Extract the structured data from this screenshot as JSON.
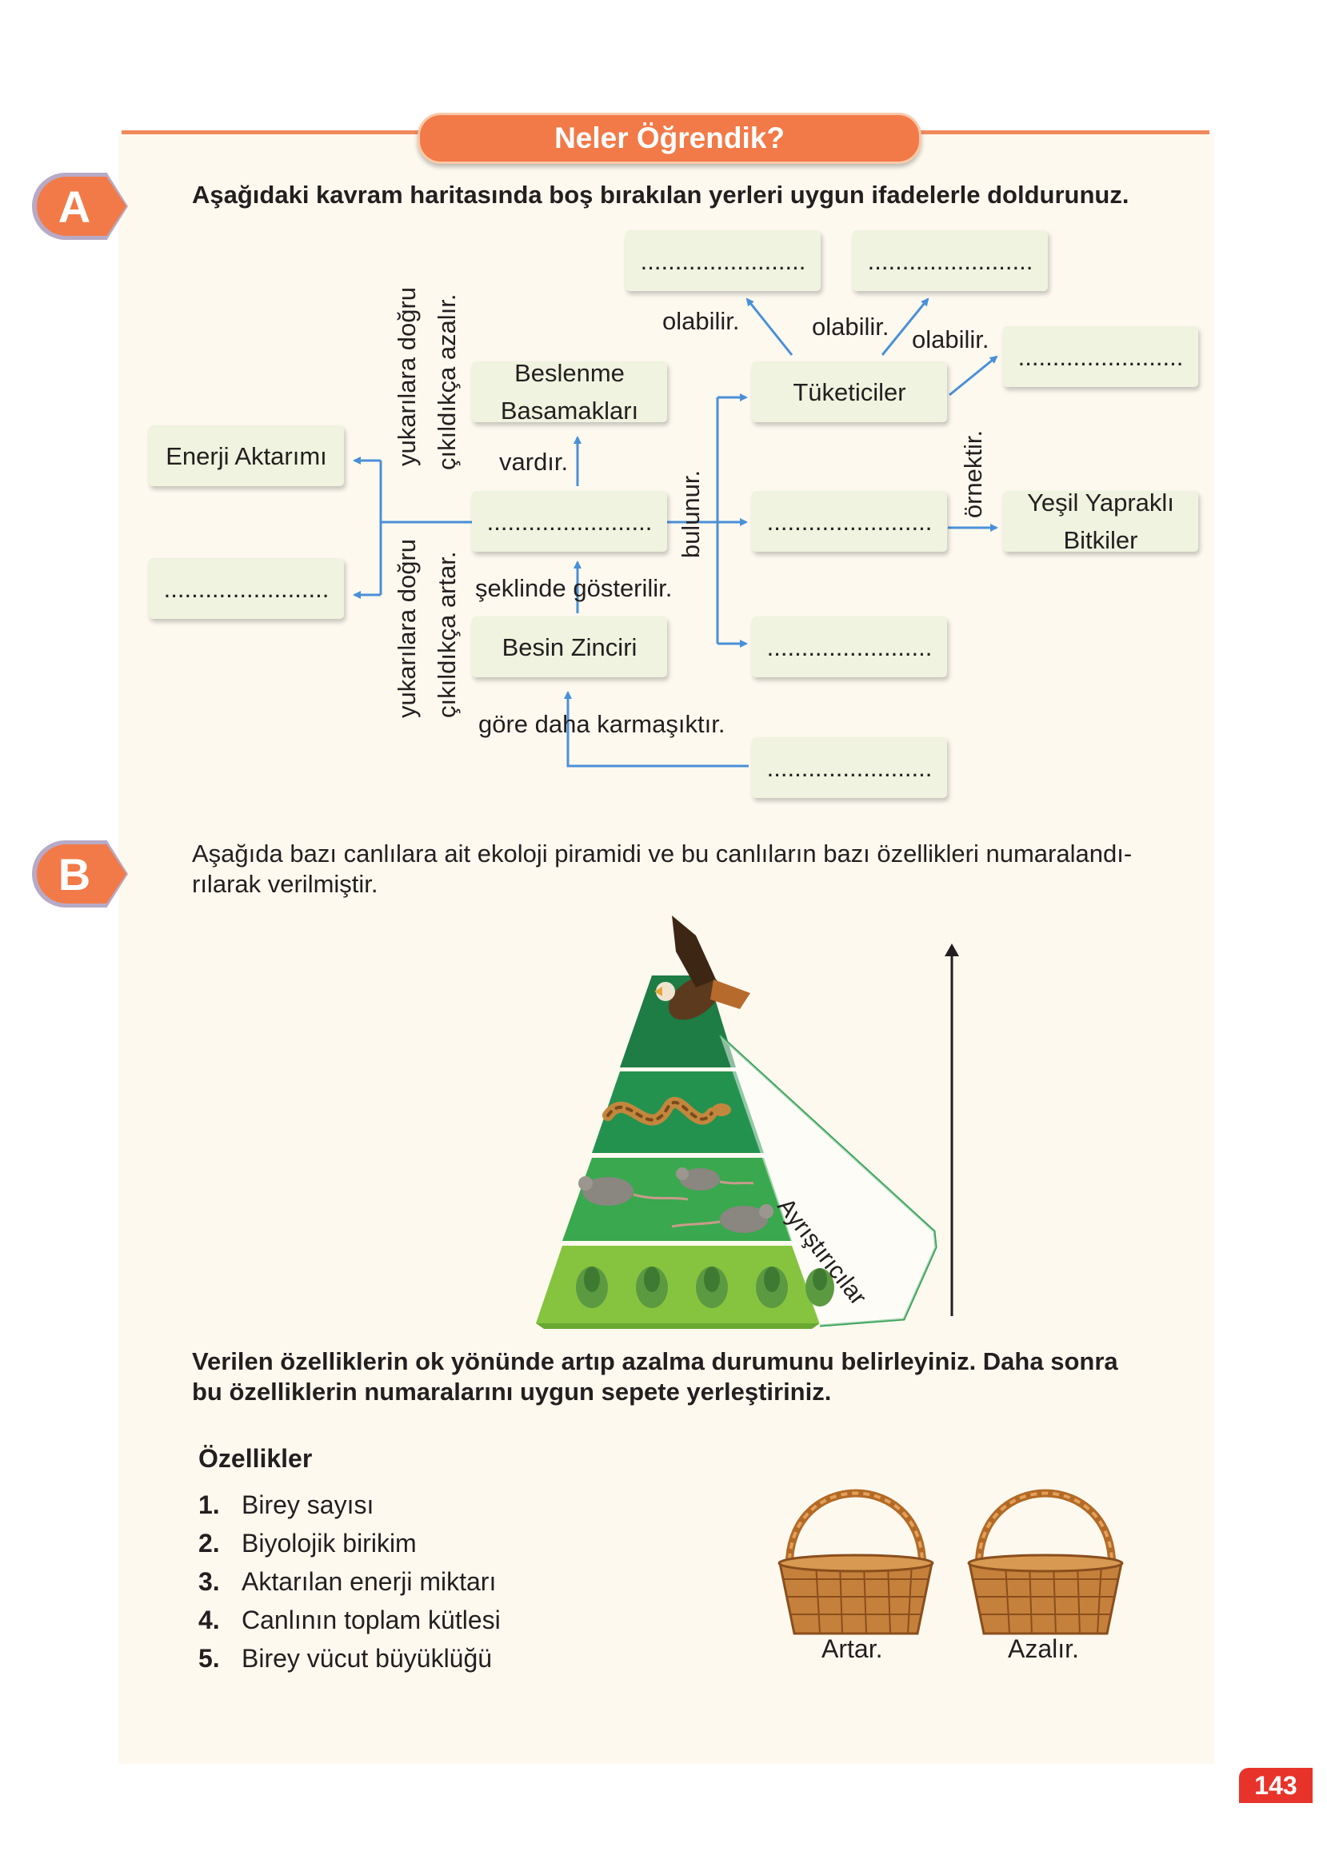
{
  "header": {
    "title": "Neler Öğrendik?"
  },
  "section_a": {
    "badge": "A",
    "instruction": "Aşağıdaki kavram haritasında boş bırakılan yerleri uygun ifadelerle doldurunuz.",
    "boxes": {
      "enerji_aktarimi": "Enerji Aktarımı",
      "blank_left": "........................",
      "beslenme_basamaklari": "Beslenme Basamakları",
      "center_blank": "........................",
      "besin_zinciri": "Besin Zinciri",
      "tuketiciler": "Tüketiciler",
      "blank_mid": "........................",
      "blank_lower": "........................",
      "blank_bottom": "........................",
      "yesil_yaprakli": "Yeşil Yapraklı Bitkiler",
      "blank_top1": "........................",
      "blank_top2": "........................",
      "blank_right": "........................"
    },
    "labels": {
      "upper_rot_1": "yukarılara doğru",
      "upper_rot_2": "çıkıldıkça azalır.",
      "lower_rot_1": "yukarılara doğru",
      "lower_rot_2": "çıkıldıkça artar.",
      "vardir": "vardır.",
      "seklinde": "şeklinde gösterilir.",
      "gore": "göre daha karmaşıktır.",
      "bulunur": "bulunur.",
      "ornektir": "örnektir.",
      "olabilir_1": "olabilir.",
      "olabilir_2": "olabilir.",
      "olabilir_3": "olabilir."
    }
  },
  "section_b": {
    "badge": "B",
    "intro_line1": "Aşağıda bazı canlılara ait ekoloji piramidi ve bu canlıların bazı özellikleri numaralandı-",
    "intro_line2": "rılarak verilmiştir.",
    "decomposers_label": "Ayrıştırıcılar",
    "question_line1": "Verilen özelliklerin ok yönünde artıp azalma durumunu belirleyiniz. Daha sonra",
    "question_line2": "bu özelliklerin numaralarını uygun sepete yerleştiriniz.",
    "features_title": "Özellikler",
    "features": [
      {
        "num": "1.",
        "text": "Birey sayısı"
      },
      {
        "num": "2.",
        "text": "Biyolojik birikim"
      },
      {
        "num": "3.",
        "text": "Aktarılan enerji miktarı"
      },
      {
        "num": "4.",
        "text": "Canlının toplam kütlesi"
      },
      {
        "num": "5.",
        "text": "Birey vücut büyüklüğü"
      }
    ],
    "baskets": [
      {
        "label": "Artar."
      },
      {
        "label": "Azalır."
      }
    ]
  },
  "footer": {
    "page_number": "143"
  },
  "colors": {
    "accent": "#f27a48",
    "connector": "#4a90d9",
    "pyramid_dark": "#1f8a4c",
    "pyramid_light": "#8cc63f"
  }
}
